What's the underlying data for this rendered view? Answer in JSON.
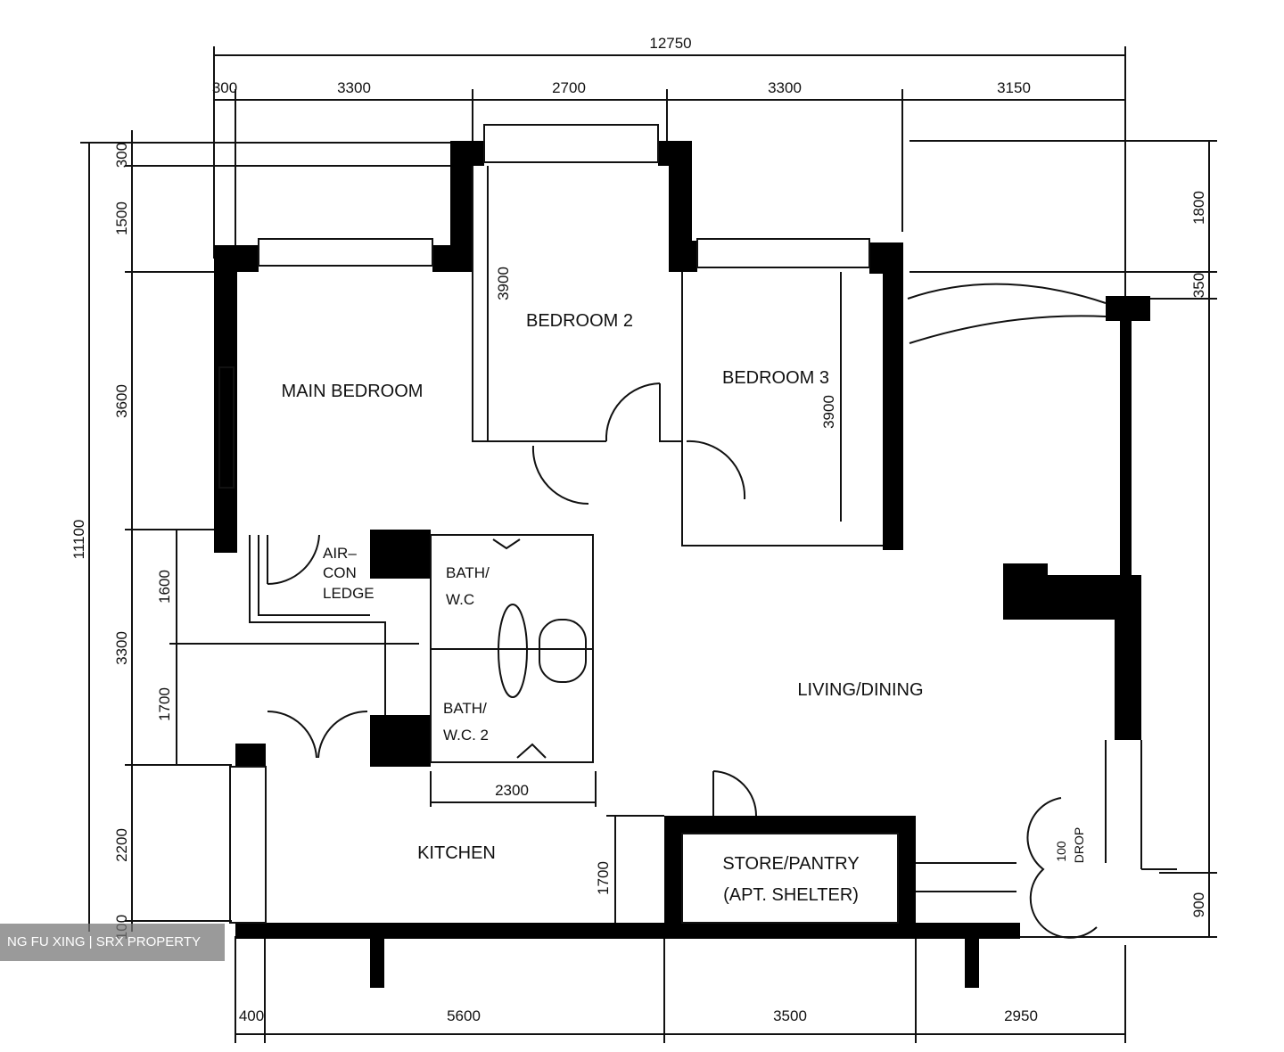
{
  "plan": {
    "rooms": {
      "main_bedroom": "MAIN BEDROOM",
      "bedroom_2": "BEDROOM 2",
      "bedroom_3": "BEDROOM 3",
      "aircon_1": "AIR–",
      "aircon_2": "CON",
      "aircon_3": "LEDGE",
      "bath1_1": "BATH/",
      "bath1_2": "W.C",
      "bath2_1": "BATH/",
      "bath2_2": "W.C. 2",
      "living": "LIVING/DINING",
      "kitchen": "KITCHEN",
      "store_1": "STORE/PANTRY",
      "store_2": "(APT. SHELTER)",
      "drop_1": "100",
      "drop_2": "DROP"
    },
    "dims": {
      "top_total": "12750",
      "top": [
        "300",
        "3300",
        "2700",
        "3300",
        "3150"
      ],
      "left_total": "11100",
      "left": [
        "300",
        "1500",
        "3600",
        "3300",
        "2200",
        "100"
      ],
      "left_inner": [
        "1600",
        "1700"
      ],
      "right": [
        "1800",
        "350",
        "900"
      ],
      "bottom": [
        "400",
        "5600",
        "3500",
        "2950"
      ],
      "bath_width": "2300",
      "kitchen_depth": "1700",
      "bed2_depth": "3900",
      "bed3_depth": "3900"
    }
  },
  "watermark": "NG FU XING | SRX PROPERTY"
}
